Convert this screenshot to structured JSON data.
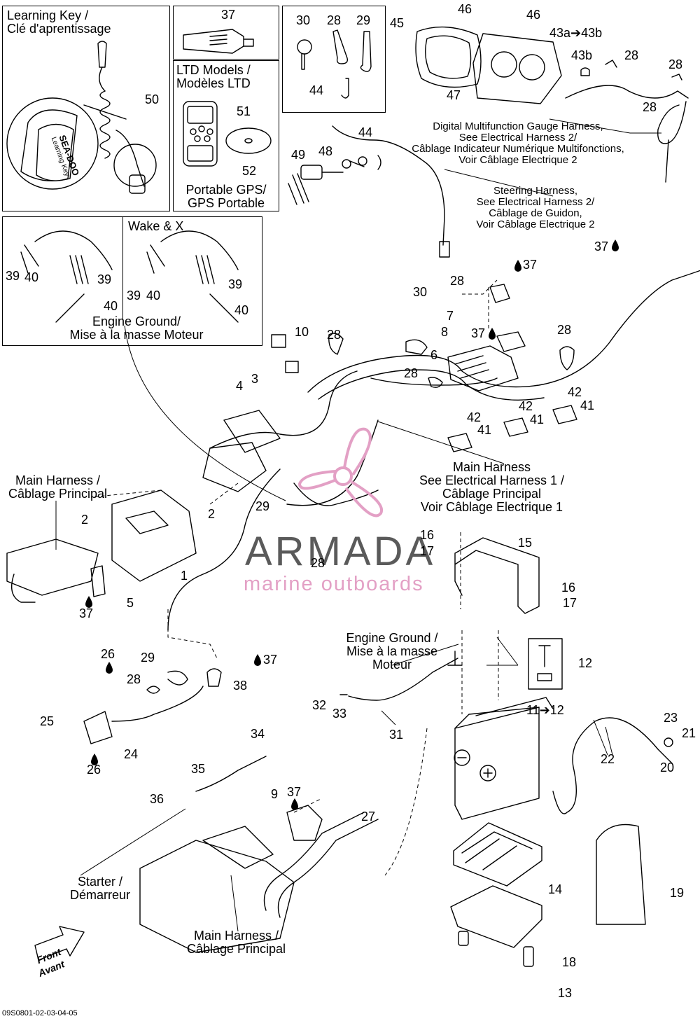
{
  "labels": {
    "learning_key": "Learning Key /\nClé d'aprentissage",
    "ltd_models": "LTD Models /\nModèles LTD",
    "portable_gps": "Portable GPS/\nGPS Portable",
    "wake_x": "Wake & X",
    "engine_ground_top": "Engine Ground/\nMise à la masse Moteur",
    "digital_gauge": "Digital Multifunction Gauge Harness,\nSee Electrical Harness 2/\nCâblage Indicateur Numérique Multifonctions,\nVoir Câblage Electrique 2",
    "steering_harness": "Steering Harness,\nSee Electrical Harness 2/\nCâblage de Guidon,\nVoir Câblage Electrique 2",
    "main_harness_right": "Main Harness\nSee Electrical Harness 1 /\nCâblage Principal\nVoir Câblage Electrique 1",
    "main_harness_left": "Main Harness /\nCâblage Principal",
    "engine_ground_mid": "Engine Ground /\nMise à la masse\nMoteur",
    "starter": "Starter /\nDémarreur",
    "main_harness_bottom": "Main Harness /\nCâblage Principal",
    "front": "Front",
    "avant": "Avant"
  },
  "watermark": {
    "brand": "ARMADA",
    "tagline": "marine outboards"
  },
  "drawing_code": "09S0801-02-03-04-05",
  "key_logo": "SEA-DOO",
  "key_text": "Learning Key",
  "callouts": {
    "n50": "50",
    "n37a": "37",
    "n51": "51",
    "n52": "52",
    "n30a": "30",
    "n28a": "28",
    "n29a": "29",
    "n44a": "44",
    "n45": "45",
    "n46a": "46",
    "n46b": "46",
    "n43a": "43a➔43b",
    "n43b": "43b",
    "n28b": "28",
    "n28c": "28",
    "n28d": "28",
    "n47": "47",
    "n44b": "44",
    "n49": "49",
    "n48": "48",
    "n37b": "37",
    "n39a": "39",
    "n40a": "40",
    "n39b": "39",
    "n40b": "40",
    "n39c": "39",
    "n40c": "40",
    "n39d": "39",
    "n40d": "40",
    "n37c": "37",
    "n30b": "30",
    "n28e": "28",
    "n7": "7",
    "n8": "8",
    "n37d": "37",
    "n6": "6",
    "n28f": "28",
    "n28g": "28",
    "n10": "10",
    "n28h": "28",
    "n4": "4",
    "n3": "3",
    "n42a": "42",
    "n41a": "41",
    "n42b": "42",
    "n41b": "41",
    "n42c": "42",
    "n41c": "41",
    "n29b": "29",
    "n2a": "2",
    "n2b": "2",
    "n1": "1",
    "n5": "5",
    "n37e": "37",
    "n28i": "28",
    "n16a": "16",
    "n17a": "17",
    "n15": "15",
    "n16b": "16",
    "n17b": "17",
    "n12": "12",
    "n26a": "26",
    "n29c": "29",
    "n28j": "28",
    "n37f": "37",
    "n38": "38",
    "n25": "25",
    "n24": "24",
    "n26b": "26",
    "n32": "32",
    "n33": "33",
    "n31": "31",
    "n11": "11➔12",
    "n23": "23",
    "n21": "21",
    "n20": "20",
    "n22": "22",
    "n34": "34",
    "n35": "35",
    "n36": "36",
    "n9": "9",
    "n37g": "37",
    "n27": "27",
    "n14": "14",
    "n19": "19",
    "n18": "18",
    "n13": "13"
  }
}
